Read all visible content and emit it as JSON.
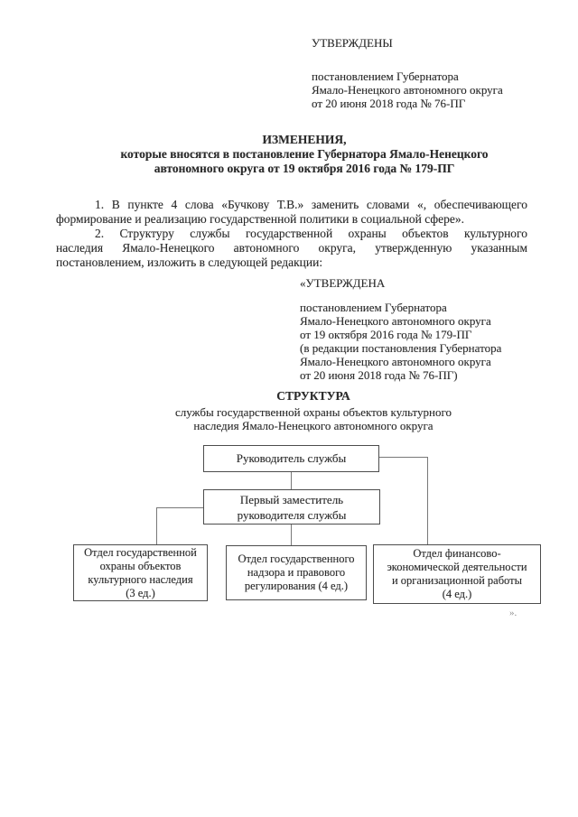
{
  "approval_top": {
    "title": "УТВЕРЖДЕНЫ",
    "lines": [
      "постановлением Губернатора",
      "Ямало-Ненецкого автономного округа",
      "от 20 июня 2018 года № 76-ПГ"
    ]
  },
  "changes_heading": {
    "title": "ИЗМЕНЕНИЯ,",
    "subtitle_lines": [
      "которые вносятся в постановление Губернатора Ямало-Ненецкого",
      "автономного округа от 19 октября 2016 года № 179-ПГ"
    ]
  },
  "paragraphs": [
    {
      "lines": [
        "1. В пункте 4 слова «Бучкову Т.В.» заменить словами «, обеспечивающего",
        "формирование и реализацию государственной политики в социальной сфере»."
      ]
    },
    {
      "lines": [
        "2. Структуру службы государственной охраны объектов культурного",
        "наследия Ямало-Ненецкого автономного округа, утвержденную указанным",
        "постановлением, изложить в следующей редакции:"
      ]
    }
  ],
  "approval_inner": {
    "title": "«УТВЕРЖДЕНА",
    "lines": [
      "постановлением Губернатора",
      "Ямало-Ненецкого автономного округа",
      "от 19 октября 2016 года № 179-ПГ",
      "(в редакции постановления Губернатора",
      "Ямало-Ненецкого автономного округа",
      "от 20 июня 2018 года № 76-ПГ)"
    ]
  },
  "structure_heading": {
    "title": "СТРУКТУРА",
    "subtitle_lines": [
      "службы государственной охраны объектов культурного",
      "наследия Ямало-Ненецкого автономного округа"
    ]
  },
  "org_chart": {
    "root_label": "Руководитель службы",
    "deputy_lines": [
      "Первый заместитель",
      "руководителя службы"
    ],
    "departments": [
      {
        "lines": [
          "Отдел государственной",
          "охраны объектов",
          "культурного наследия",
          "(3 ед.)"
        ]
      },
      {
        "lines": [
          "Отдел государственного",
          "надзора и правового",
          "регулирования (4 ед.)"
        ]
      },
      {
        "lines": [
          "Отдел финансово-",
          "экономической деятельности",
          "и организационной работы",
          "(4 ед.)"
        ]
      }
    ],
    "closing_mark": "»."
  }
}
